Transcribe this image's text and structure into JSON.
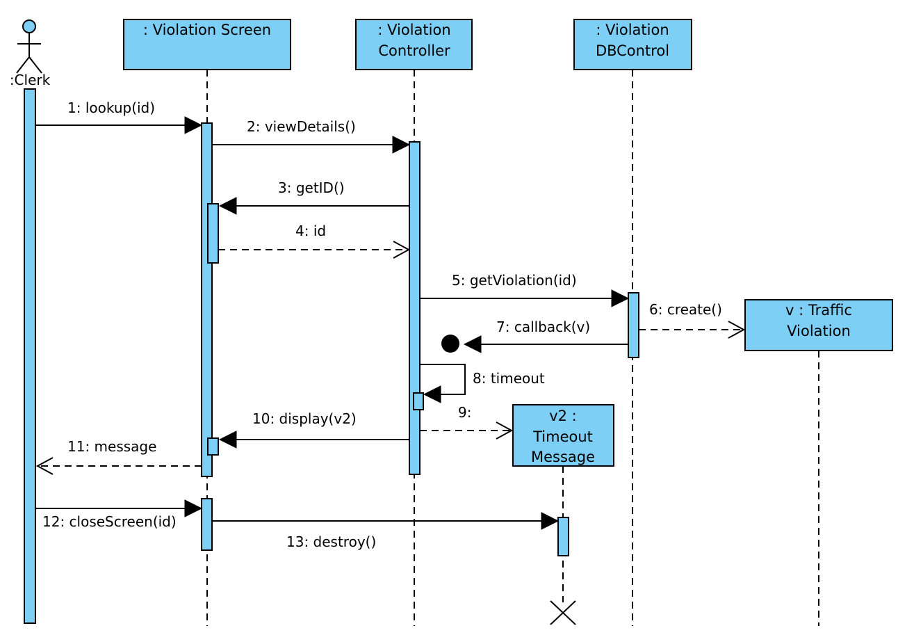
{
  "participants": {
    "clerk": ":Clerk",
    "screen": ": Violation Screen",
    "controller": [
      ": Violation",
      "Controller"
    ],
    "dbcontrol": [
      ": Violation",
      "DBControl"
    ],
    "traffic": [
      "v : Traffic",
      "Violation"
    ],
    "timeout": [
      "v2 :",
      "Timeout",
      "Message"
    ]
  },
  "messages": {
    "m1": "1: lookup(id)",
    "m2": "2: viewDetails()",
    "m3": "3: getID()",
    "m4": "4: id",
    "m5": "5: getViolation(id)",
    "m6": "6: create()",
    "m7": "7: callback(v)",
    "m8": "8: timeout",
    "m9": "9:",
    "m10": "10: display(v2)",
    "m11": "11: message",
    "m12": "12: closeScreen(id)",
    "m13": "13: destroy()"
  },
  "colors": {
    "fill": "#7dcff5",
    "stroke": "#000000"
  }
}
